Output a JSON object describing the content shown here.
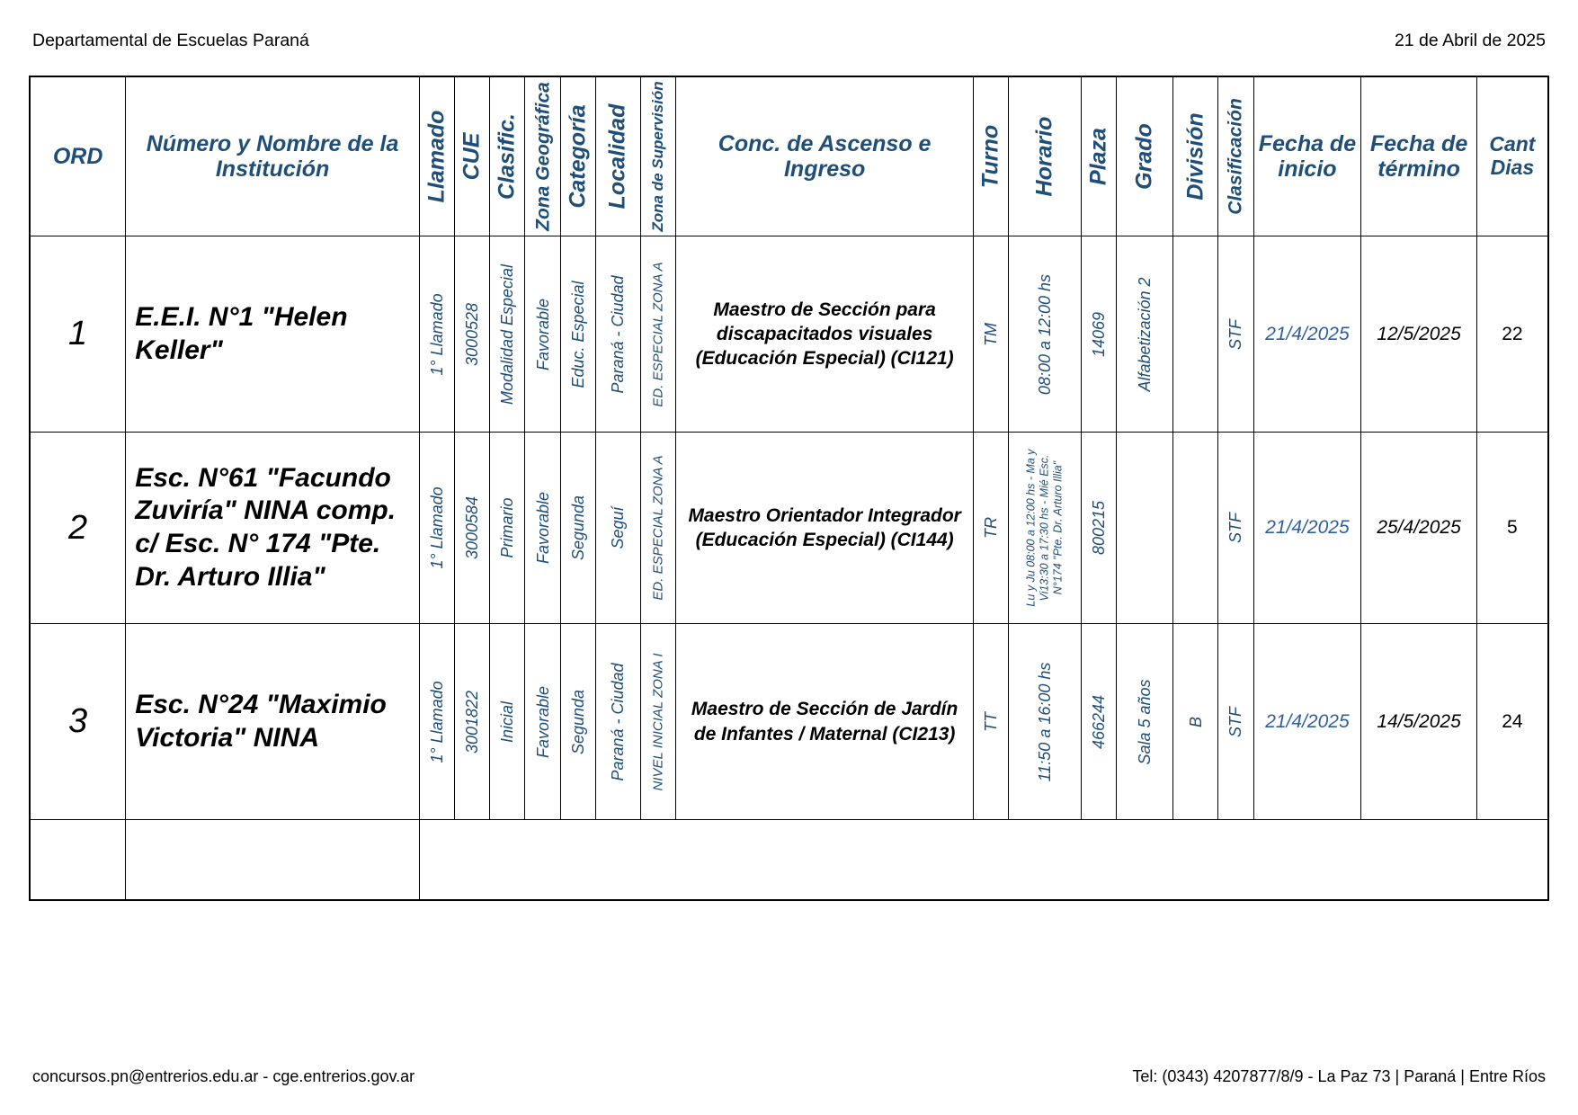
{
  "header": {
    "left": "Departamental de Escuelas Paraná",
    "right": "21 de Abril de 2025"
  },
  "footer": {
    "left": "concursos.pn@entrerios.edu.ar - cge.entrerios.gov.ar",
    "right": "Tel: (0343) 4207877/8/9 - La Paz 73 | Paraná | Entre Ríos"
  },
  "colors": {
    "header_fill": "#92c47d",
    "header_text": "#1f4e79",
    "data_text": "#1f4e79",
    "date_link": "#2f5f9e",
    "border": "#000000"
  },
  "table": {
    "columns": [
      {
        "key": "ord",
        "label": "ORD",
        "orientation": "horizontal"
      },
      {
        "key": "institucion",
        "label": "Número y Nombre de la Institución",
        "orientation": "horizontal"
      },
      {
        "key": "llamado",
        "label": "Llamado",
        "orientation": "vertical"
      },
      {
        "key": "cue",
        "label": "CUE",
        "orientation": "vertical"
      },
      {
        "key": "clasific",
        "label": "Clasific.",
        "orientation": "vertical"
      },
      {
        "key": "zona_geo",
        "label": "Zona Geográfica",
        "orientation": "vertical"
      },
      {
        "key": "categoria",
        "label": "Categoría",
        "orientation": "vertical"
      },
      {
        "key": "localidad",
        "label": "Localidad",
        "orientation": "vertical"
      },
      {
        "key": "zona_sup",
        "label": "Zona de Supervisión",
        "orientation": "vertical"
      },
      {
        "key": "concurso",
        "label": "Conc. de Ascenso e Ingreso",
        "orientation": "horizontal"
      },
      {
        "key": "turno",
        "label": "Turno",
        "orientation": "vertical"
      },
      {
        "key": "horario",
        "label": "Horario",
        "orientation": "vertical"
      },
      {
        "key": "plaza",
        "label": "Plaza",
        "orientation": "vertical"
      },
      {
        "key": "grado",
        "label": "Grado",
        "orientation": "vertical"
      },
      {
        "key": "division",
        "label": "División",
        "orientation": "vertical"
      },
      {
        "key": "clasificacion",
        "label": "Clasificación",
        "orientation": "vertical"
      },
      {
        "key": "fecha_inicio",
        "label": "Fecha de inicio",
        "orientation": "horizontal"
      },
      {
        "key": "fecha_termino",
        "label": "Fecha de término",
        "orientation": "horizontal"
      },
      {
        "key": "cant_dias",
        "label": "Cant Dias",
        "orientation": "horizontal"
      }
    ],
    "rows": [
      {
        "ord": "1",
        "institucion": "E.E.I. N°1 \"Helen Keller\"",
        "llamado": "1° Llamado",
        "cue": "3000528",
        "clasific": "Modalidad Especial",
        "zona_geo": "Favorable",
        "categoria": "Educ. Especial",
        "localidad": "Paraná - Ciudad",
        "zona_sup": "ED. ESPECIAL ZONA A",
        "concurso": "Maestro de Sección para discapacitados visuales (Educación Especial) (CI121)",
        "turno": "TM",
        "horario": "08:00 a 12:00 hs",
        "plaza": "14069",
        "grado": "Alfabetización 2",
        "division": "",
        "clasificacion": "STF",
        "fecha_inicio": "21/4/2025",
        "fecha_termino": "12/5/2025",
        "cant_dias": "22"
      },
      {
        "ord": "2",
        "institucion": "Esc. N°61 \"Facundo Zuviría\" NINA comp. c/ Esc. N° 174 \"Pte. Dr. Arturo Illia\"",
        "llamado": "1° Llamado",
        "cue": "3000584",
        "clasific": "Primario",
        "zona_geo": "Favorable",
        "categoria": "Segunda",
        "localidad": "Seguí",
        "zona_sup": "ED. ESPECIAL ZONA A",
        "concurso": "Maestro Orientador Integrador (Educación Especial) (CI144)",
        "turno": "TR",
        "horario": "Lu y Ju 08:00 a 12:00 hs - Ma y Vi13:30 a 17:30 hs - Mié Esc. N°174 \"Pte. Dr. Arturo Illia\"",
        "plaza": "800215",
        "grado": "",
        "division": "",
        "clasificacion": "STF",
        "fecha_inicio": "21/4/2025",
        "fecha_termino": "25/4/2025",
        "cant_dias": "5"
      },
      {
        "ord": "3",
        "institucion": "Esc. N°24 \"Maximio Victoria\" NINA",
        "llamado": "1° Llamado",
        "cue": "3001822",
        "clasific": "Inicial",
        "zona_geo": "Favorable",
        "categoria": "Segunda",
        "localidad": "Paraná - Ciudad",
        "zona_sup": "NIVEL INICIAL ZONA I",
        "concurso": "Maestro de Sección de Jardín de Infantes / Maternal (CI213)",
        "turno": "TT",
        "horario": "11:50 a 16:00 hs",
        "plaza": "466244",
        "grado": "Sala 5 años",
        "division": "B",
        "clasificacion": "STF",
        "fecha_inicio": "21/4/2025",
        "fecha_termino": "14/5/2025",
        "cant_dias": "24"
      }
    ]
  }
}
